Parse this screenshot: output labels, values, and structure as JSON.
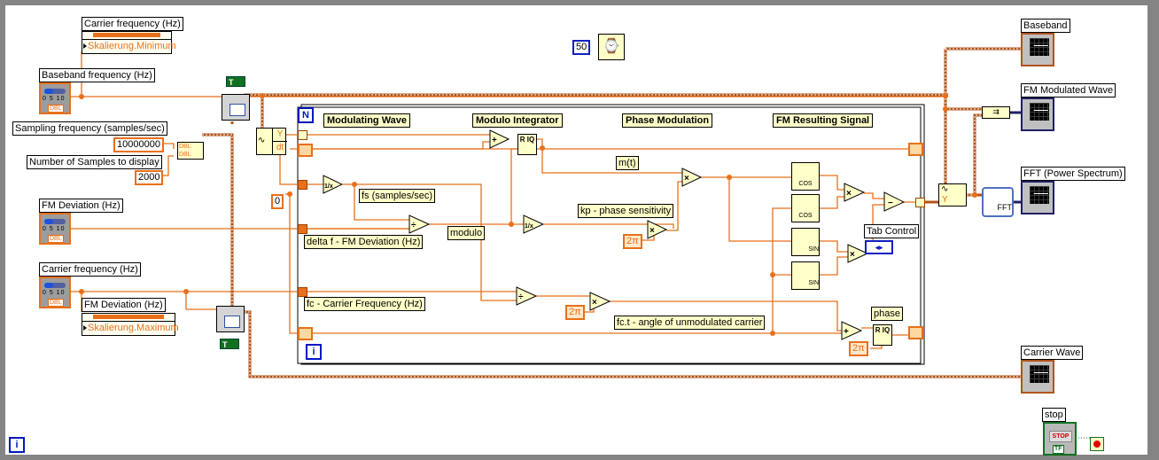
{
  "front_controls": {
    "baseband_freq_label": "Baseband frequency (Hz)",
    "fm_deviation_label": "FM Deviation (Hz)",
    "carrier_freq_label": "Carrier frequency (Hz)",
    "knob_scale": "0 5 10",
    "knob_type": "DBL",
    "sampling_freq_label": "Sampling frequency (samples/sec)",
    "sampling_freq_value": "10000000",
    "num_samples_label": "Number of Samples to display",
    "num_samples_value": "2000",
    "build_array_type": "DBL"
  },
  "property_nodes": [
    {
      "label": "Carrier frequency (Hz)",
      "property": "Skalierung.Minimum"
    },
    {
      "label": "FM Deviation (Hz)",
      "property": "Skalierung.Maximum"
    }
  ],
  "timer": {
    "wait_ms": "50"
  },
  "loop": {
    "count_terminal": "N",
    "iteration_terminal": "i",
    "init_constant": "0",
    "section_headers": [
      "Modulating Wave",
      "Modulo Integrator",
      "Phase Modulation",
      "FM Resulting Signal"
    ],
    "wire_labels": {
      "fs": "fs (samples/sec)",
      "modulo": "modulo",
      "delta_f": "delta f - FM Deviation (Hz)",
      "fc": "fc - Carrier Frequency (Hz)",
      "mt": "m(t)",
      "kp": "kp - phase sensitivity",
      "fct": "fc.t - angle of unmodulated carrier",
      "phase": "phase"
    },
    "two_pi": "2π",
    "tab_control_label": "Tab Control",
    "waveform_node": {
      "y": "Y",
      "dt": "dt"
    },
    "functions": {
      "add": "+",
      "multiply": "×",
      "divide": "÷",
      "subtract": "−",
      "reciprocal": "1/x",
      "cos": "COS",
      "sin": "SIN",
      "qr": "R IQ"
    }
  },
  "indicators": {
    "baseband": "Baseband",
    "fm_modulated_wave": "FM Modulated Wave",
    "fft": "FFT (Power Spectrum)",
    "fft_vi": "FFT",
    "carrier_wave": "Carrier Wave",
    "stop": "stop",
    "stop_button": "STOP",
    "stop_type": "TF",
    "bool_const": "T"
  },
  "global_iteration": "i",
  "colors": {
    "wire": "#e8701a",
    "dynamic_wire": "#b0541a",
    "frame": "#848484",
    "note_bg": "#ffffc8",
    "loop_terminal": "#0018c0"
  }
}
